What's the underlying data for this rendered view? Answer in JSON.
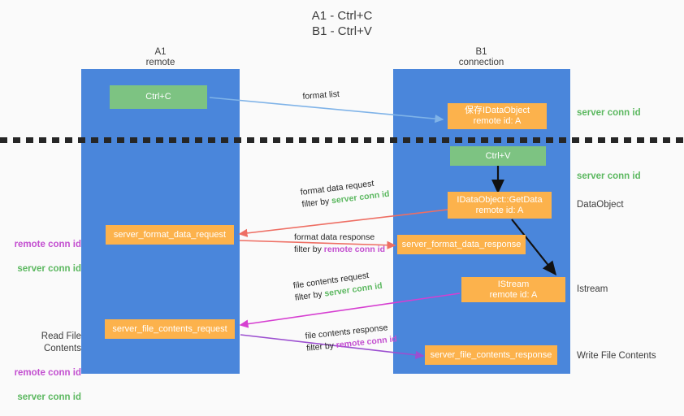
{
  "title": "A1 - Ctrl+C\nB1 - Ctrl+V",
  "lanes": [
    {
      "id": "a1",
      "header": "A1\nremote"
    },
    {
      "id": "b1",
      "header": "B1\nconnection"
    }
  ],
  "boxes": [
    {
      "id": "ctrl-c",
      "label": "Ctrl+C",
      "color": "#7dc382"
    },
    {
      "id": "save-idataobject",
      "label": "保存IDataObject\nremote id: A",
      "color": "#fcb24c"
    },
    {
      "id": "ctrl-v",
      "label": "Ctrl+V",
      "color": "#7dc382"
    },
    {
      "id": "getdata",
      "label": "IDataObject::GetData\nremote id: A",
      "color": "#fcb24c"
    },
    {
      "id": "server-format-data-request",
      "label": "server_format_data_request",
      "color": "#fcb24c"
    },
    {
      "id": "server-format-data-response",
      "label": "server_format_data_response",
      "color": "#fcb24c"
    },
    {
      "id": "istream",
      "label": "IStream\nremote id: A",
      "color": "#fcb24c"
    },
    {
      "id": "server-file-contents-request",
      "label": "server_file_contents_request",
      "color": "#fcb24c"
    },
    {
      "id": "server-file-contents-response",
      "label": "server_file_contents_response",
      "color": "#fcb24c"
    }
  ],
  "right_labels": [
    {
      "id": "server-conn-id-1",
      "text": "server conn id",
      "style": "green"
    },
    {
      "id": "server-conn-id-2",
      "text": "server conn id",
      "style": "green"
    },
    {
      "id": "dataobject",
      "text": "DataObject",
      "style": "plain"
    },
    {
      "id": "istream",
      "text": "Istream",
      "style": "plain"
    },
    {
      "id": "write-file-contents",
      "text": "Write File Contents",
      "style": "plain"
    }
  ],
  "left_labels": [
    {
      "id": "conn-ids-1",
      "remote": "remote conn id",
      "server": "server conn id"
    },
    {
      "id": "read-file-contents",
      "heading": "Read File Contents",
      "remote": "remote conn id",
      "server": "server conn id"
    }
  ],
  "edges": [
    {
      "id": "format-list",
      "line1": "format list",
      "filter_prefix": "",
      "filter_value": "",
      "filter_style": ""
    },
    {
      "id": "format-data-request",
      "line1": "format data request",
      "filter_prefix": "filter by ",
      "filter_value": "server conn id",
      "filter_style": "green"
    },
    {
      "id": "format-data-response",
      "line1": "format data response",
      "filter_prefix": "filter by ",
      "filter_value": "remote conn id",
      "filter_style": "purple"
    },
    {
      "id": "file-contents-request",
      "line1": "file contents request",
      "filter_prefix": "filter by ",
      "filter_value": "server conn id",
      "filter_style": "green"
    },
    {
      "id": "file-contents-response",
      "line1": "file contents response",
      "filter_prefix": "filter by ",
      "filter_value": "remote conn id",
      "filter_style": "purple"
    }
  ],
  "colors": {
    "lane": "#4a86db",
    "green_box": "#7dc382",
    "orange_box": "#fcb24c",
    "green_text": "#5cb860",
    "purple_text": "#c34fd0",
    "arrow_blue": "#7fb3e8",
    "arrow_red": "#ee6e63",
    "arrow_magenta": "#d63fd1",
    "arrow_purple": "#9c4fd0",
    "arrow_black": "#111111",
    "background": "#fafafa"
  }
}
